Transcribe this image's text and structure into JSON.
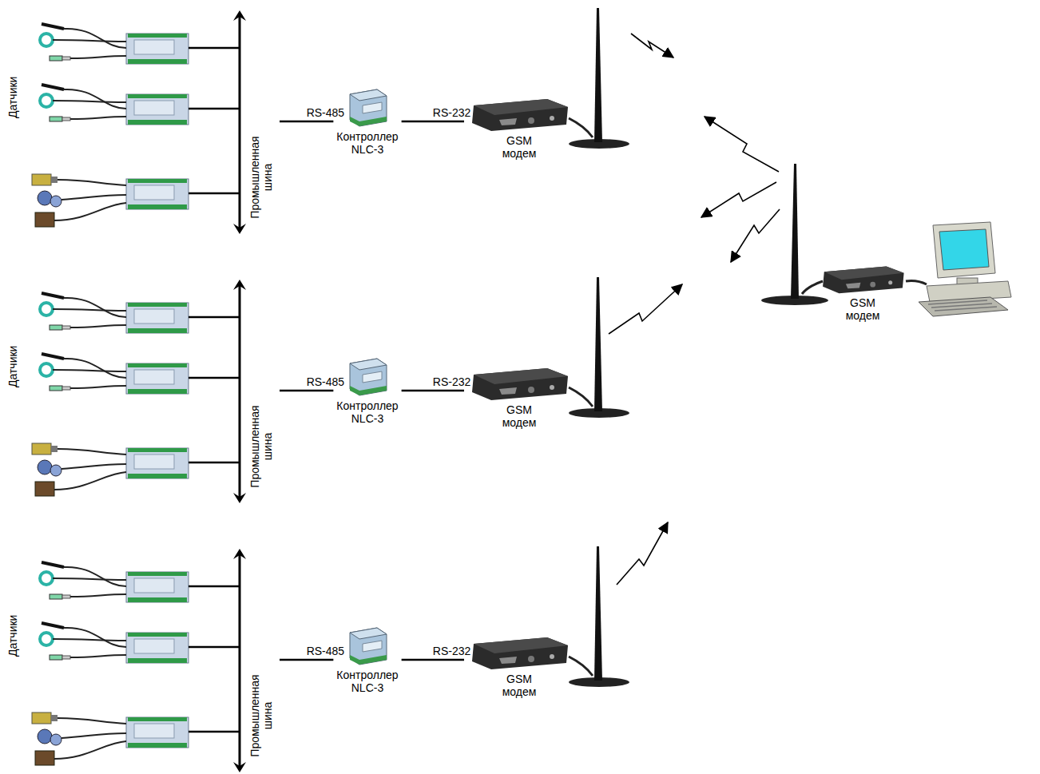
{
  "diagram": {
    "nodes": [
      {
        "text": [
          "Промышленная шина"
        ]
      },
      {
        "text": [
          "Контроллер NLC-3"
        ]
      },
      {
        "text": [
          "GSM модем"
        ]
      },
      {
        "text": [
          "GSM модем"
        ]
      },
      {
        "text": [
          "Промышленная шина"
        ]
      },
      {
        "text": [
          "Контроллер NLC-3"
        ]
      },
      {
        "text": [
          "GSM модем"
        ]
      },
      {
        "text": [
          "Промышленная шина"
        ]
      },
      {
        "text": [
          "Контроллер NLC-3"
        ]
      },
      {
        "text": [
          "GSM модем"
        ]
      }
    ],
    "edges": [
      {
        "from": 0,
        "to": 1,
        "label": "RS-485",
        "arrow": "none"
      },
      {
        "from": 1,
        "to": 2,
        "label": "RS-232",
        "arrow": "none"
      },
      {
        "from": 4,
        "to": 5,
        "label": "RS-485",
        "arrow": "none"
      },
      {
        "from": 5,
        "to": 6,
        "label": "RS-232",
        "arrow": "none"
      },
      {
        "from": 7,
        "to": 8,
        "label": "RS-485",
        "arrow": "none"
      },
      {
        "from": 8,
        "to": 9,
        "label": "RS-232",
        "arrow": "none"
      }
    ],
    "labels": [
      "Датчики",
      "Датчики",
      "Датчики"
    ]
  }
}
